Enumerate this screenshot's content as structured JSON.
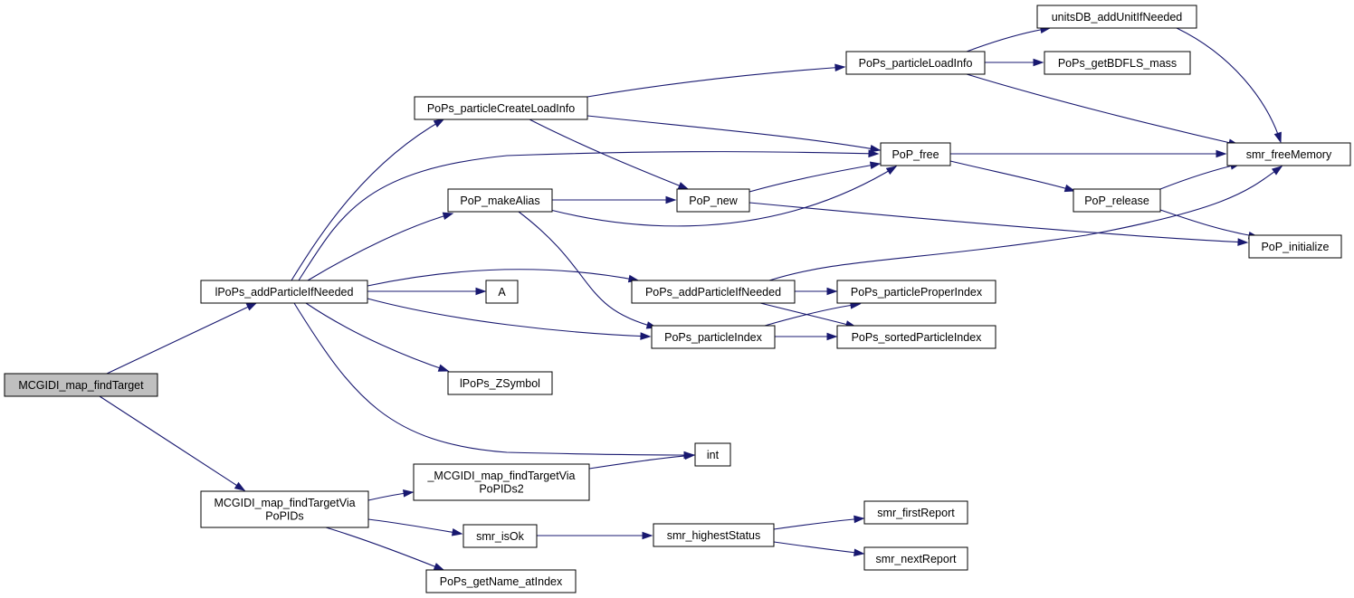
{
  "graph": {
    "edge_color": "#191970",
    "root_fill": "#bfbfbf",
    "nodes": [
      {
        "id": "mcgidi_map_findTarget",
        "lines": [
          "MCGIDI_map_findTarget"
        ],
        "root": true
      },
      {
        "id": "lPoPs_addParticleIfNeeded",
        "lines": [
          "lPoPs_addParticleIfNeeded"
        ]
      },
      {
        "id": "MCGIDI_map_findTargetViaPoPIDs",
        "lines": [
          "MCGIDI_map_findTargetVia",
          "PoPIDs"
        ]
      },
      {
        "id": "PoPs_particleCreateLoadInfo",
        "lines": [
          "PoPs_particleCreateLoadInfo"
        ]
      },
      {
        "id": "PoP_makeAlias",
        "lines": [
          "PoP_makeAlias"
        ]
      },
      {
        "id": "A",
        "lines": [
          "A"
        ]
      },
      {
        "id": "lPoPs_ZSymbol",
        "lines": [
          "lPoPs_ZSymbol"
        ]
      },
      {
        "id": "_MCGIDI_map_findTargetViaPoPIDs2",
        "lines": [
          "_MCGIDI_map_findTargetVia",
          "PoPIDs2"
        ]
      },
      {
        "id": "smr_isOk",
        "lines": [
          "smr_isOk"
        ]
      },
      {
        "id": "PoPs_getName_atIndex",
        "lines": [
          "PoPs_getName_atIndex"
        ]
      },
      {
        "id": "PoPs_particleLoadInfo",
        "lines": [
          "PoPs_particleLoadInfo"
        ]
      },
      {
        "id": "PoP_new",
        "lines": [
          "PoP_new"
        ]
      },
      {
        "id": "PoPs_addParticleIfNeeded",
        "lines": [
          "PoPs_addParticleIfNeeded"
        ]
      },
      {
        "id": "PoPs_particleIndex",
        "lines": [
          "PoPs_particleIndex"
        ]
      },
      {
        "id": "int",
        "lines": [
          "int"
        ]
      },
      {
        "id": "smr_highestStatus",
        "lines": [
          "smr_highestStatus"
        ]
      },
      {
        "id": "PoP_free",
        "lines": [
          "PoP_free"
        ]
      },
      {
        "id": "unitsDB_addUnitIfNeeded",
        "lines": [
          "unitsDB_addUnitIfNeeded"
        ]
      },
      {
        "id": "PoPs_getBDFLS_mass",
        "lines": [
          "PoPs_getBDFLS_mass"
        ]
      },
      {
        "id": "PoP_release",
        "lines": [
          "PoP_release"
        ]
      },
      {
        "id": "PoPs_particleProperIndex",
        "lines": [
          "PoPs_particleProperIndex"
        ]
      },
      {
        "id": "PoPs_sortedParticleIndex",
        "lines": [
          "PoPs_sortedParticleIndex"
        ]
      },
      {
        "id": "smr_firstReport",
        "lines": [
          "smr_firstReport"
        ]
      },
      {
        "id": "smr_nextReport",
        "lines": [
          "smr_nextReport"
        ]
      },
      {
        "id": "smr_freeMemory",
        "lines": [
          "smr_freeMemory"
        ]
      },
      {
        "id": "PoP_initialize",
        "lines": [
          "PoP_initialize"
        ]
      }
    ],
    "edges": [
      {
        "from": "mcgidi_map_findTarget",
        "to": "lPoPs_addParticleIfNeeded"
      },
      {
        "from": "mcgidi_map_findTarget",
        "to": "MCGIDI_map_findTargetViaPoPIDs"
      },
      {
        "from": "lPoPs_addParticleIfNeeded",
        "to": "PoPs_particleCreateLoadInfo"
      },
      {
        "from": "lPoPs_addParticleIfNeeded",
        "to": "PoP_free"
      },
      {
        "from": "lPoPs_addParticleIfNeeded",
        "to": "PoP_makeAlias"
      },
      {
        "from": "lPoPs_addParticleIfNeeded",
        "to": "PoPs_addParticleIfNeeded"
      },
      {
        "from": "lPoPs_addParticleIfNeeded",
        "to": "A"
      },
      {
        "from": "lPoPs_addParticleIfNeeded",
        "to": "PoPs_particleIndex"
      },
      {
        "from": "lPoPs_addParticleIfNeeded",
        "to": "lPoPs_ZSymbol"
      },
      {
        "from": "lPoPs_addParticleIfNeeded",
        "to": "int"
      },
      {
        "from": "PoPs_particleCreateLoadInfo",
        "to": "PoPs_particleLoadInfo"
      },
      {
        "from": "PoPs_particleCreateLoadInfo",
        "to": "PoP_free"
      },
      {
        "from": "PoPs_particleCreateLoadInfo",
        "to": "PoP_new"
      },
      {
        "from": "PoPs_particleLoadInfo",
        "to": "unitsDB_addUnitIfNeeded"
      },
      {
        "from": "PoPs_particleLoadInfo",
        "to": "PoPs_getBDFLS_mass"
      },
      {
        "from": "PoPs_particleLoadInfo",
        "to": "smr_freeMemory"
      },
      {
        "from": "unitsDB_addUnitIfNeeded",
        "to": "smr_freeMemory"
      },
      {
        "from": "PoP_free",
        "to": "smr_freeMemory"
      },
      {
        "from": "PoP_free",
        "to": "PoP_release"
      },
      {
        "from": "PoP_release",
        "to": "smr_freeMemory"
      },
      {
        "from": "PoP_release",
        "to": "PoP_initialize"
      },
      {
        "from": "PoP_makeAlias",
        "to": "PoP_new"
      },
      {
        "from": "PoP_makeAlias",
        "to": "PoP_free"
      },
      {
        "from": "PoP_makeAlias",
        "to": "PoPs_particleIndex"
      },
      {
        "from": "PoP_new",
        "to": "PoP_free"
      },
      {
        "from": "PoP_new",
        "to": "PoP_initialize"
      },
      {
        "from": "PoPs_addParticleIfNeeded",
        "to": "smr_freeMemory"
      },
      {
        "from": "PoPs_addParticleIfNeeded",
        "to": "PoPs_particleProperIndex"
      },
      {
        "from": "PoPs_addParticleIfNeeded",
        "to": "PoPs_sortedParticleIndex"
      },
      {
        "from": "PoPs_particleIndex",
        "to": "PoPs_particleProperIndex"
      },
      {
        "from": "PoPs_particleIndex",
        "to": "PoPs_sortedParticleIndex"
      },
      {
        "from": "MCGIDI_map_findTargetViaPoPIDs",
        "to": "_MCGIDI_map_findTargetViaPoPIDs2"
      },
      {
        "from": "MCGIDI_map_findTargetViaPoPIDs",
        "to": "smr_isOk"
      },
      {
        "from": "MCGIDI_map_findTargetViaPoPIDs",
        "to": "PoPs_getName_atIndex"
      },
      {
        "from": "_MCGIDI_map_findTargetViaPoPIDs2",
        "to": "int"
      },
      {
        "from": "smr_isOk",
        "to": "smr_highestStatus"
      },
      {
        "from": "smr_highestStatus",
        "to": "smr_firstReport"
      },
      {
        "from": "smr_highestStatus",
        "to": "smr_nextReport"
      }
    ]
  }
}
